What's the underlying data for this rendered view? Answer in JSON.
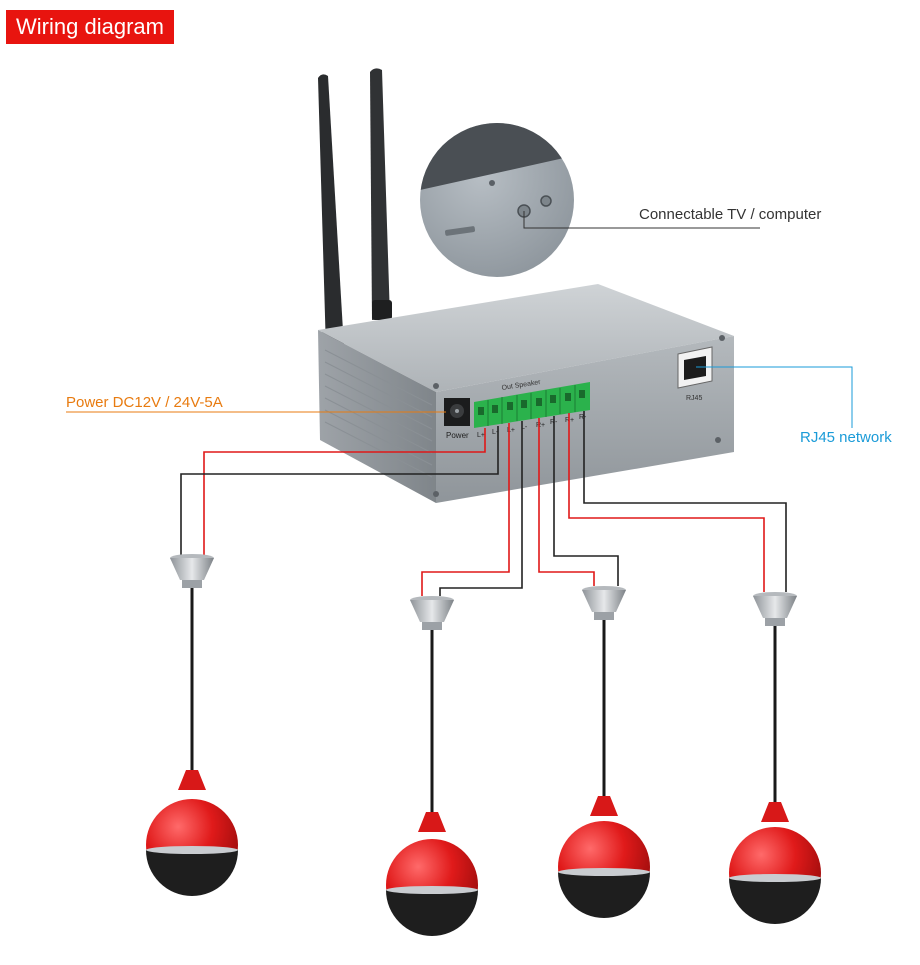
{
  "title": "Wiring diagram",
  "labels": {
    "tv": "Connectable TV / computer",
    "power": "Power DC12V / 24V-5A",
    "rj45": "RJ45 network"
  },
  "device": {
    "out_speaker": "Out Speaker",
    "power_port": "Power",
    "rj45_port": "RJ45",
    "terminals": [
      "L+",
      "L-",
      "L+",
      "L-",
      "R+",
      "R-",
      "R+",
      "R-"
    ]
  },
  "colors": {
    "title_bg": "#e8140f",
    "power_label": "#e87b10",
    "rj45_label": "#1a9bd8",
    "wire_red": "#e01818",
    "wire_black": "#222222",
    "speaker_red": "#e01a1a",
    "terminal_green": "#2bb24c"
  },
  "icons": {
    "antenna": "antenna-icon",
    "speaker": "pendant-speaker-icon"
  }
}
